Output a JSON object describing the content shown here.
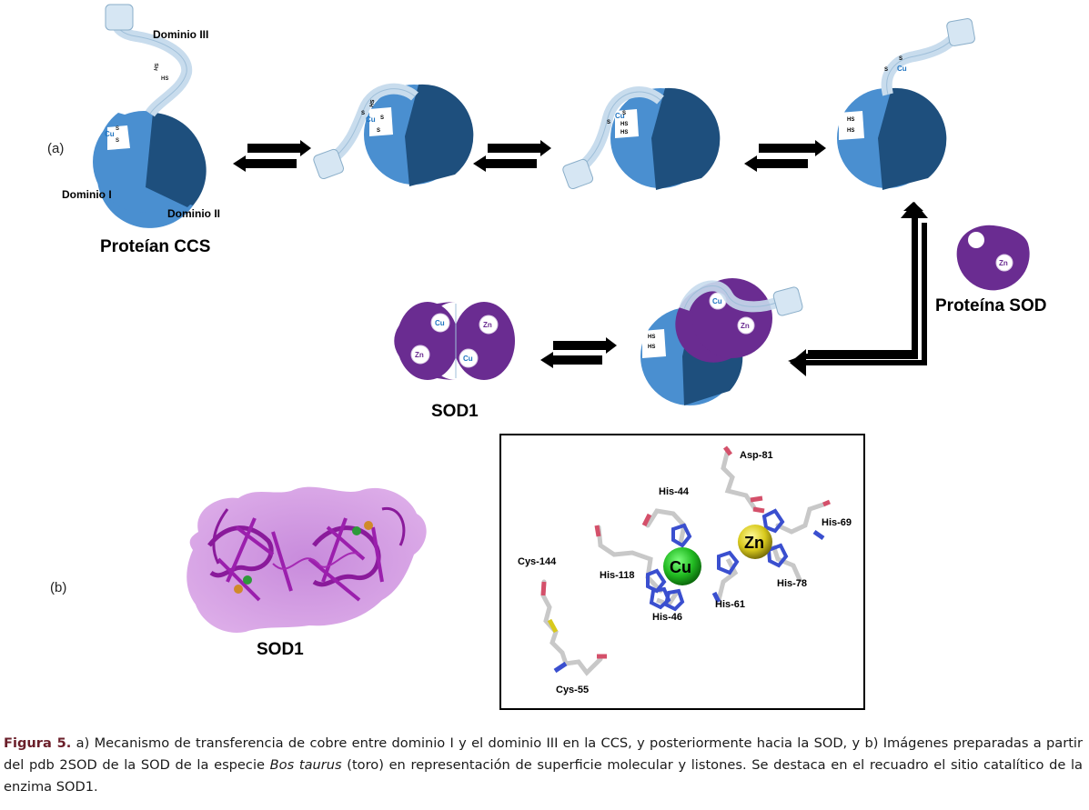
{
  "panel_labels": {
    "a": "(a)",
    "b": "(b)"
  },
  "ccs": {
    "name": "Proteían CCS",
    "domain_1": "Dominio I",
    "domain_2": "Dominio II",
    "domain_3": "Dominio III"
  },
  "atoms": {
    "cu": "Cu",
    "zn": "Zn",
    "s": "S",
    "hs": "HS"
  },
  "sod_protein": "Proteína SOD",
  "sod1": "SOD1",
  "sod1_model_label": "SOD1",
  "active_site": {
    "metal_cu": "Cu",
    "metal_zn": "Zn",
    "residues": {
      "asp81": "Asp-81",
      "his44": "His-44",
      "his69": "His-69",
      "his118": "His-118",
      "his78": "His-78",
      "his61": "His-61",
      "his46": "His-46",
      "cys144": "Cys-144",
      "cys55": "Cys-55"
    }
  },
  "colors": {
    "ccs_domain_light": "#4a8fd0",
    "ccs_domain_dark": "#1e4f7d",
    "domain3_fill": "#d6e6f3",
    "sod_purple": "#6a2c91",
    "cu_sphere": "#22bb22",
    "zn_sphere": "#d8c91c",
    "caption_figno": "#6b1f2a"
  },
  "caption": {
    "figno": "Figura 5.",
    "text_before_italic": " a) Mecanismo de transferencia de cobre entre dominio I y el dominio III en la CCS, y posteriormente hacia la SOD, y b) Imágenes preparadas a partir del pdb 2SOD de la SOD de la especie ",
    "italic": "Bos taurus",
    "text_after_italic": " (toro) en representación de superficie molecular y listones. Se destaca en el recuadro el sitio catalítico de la enzima SOD1."
  }
}
